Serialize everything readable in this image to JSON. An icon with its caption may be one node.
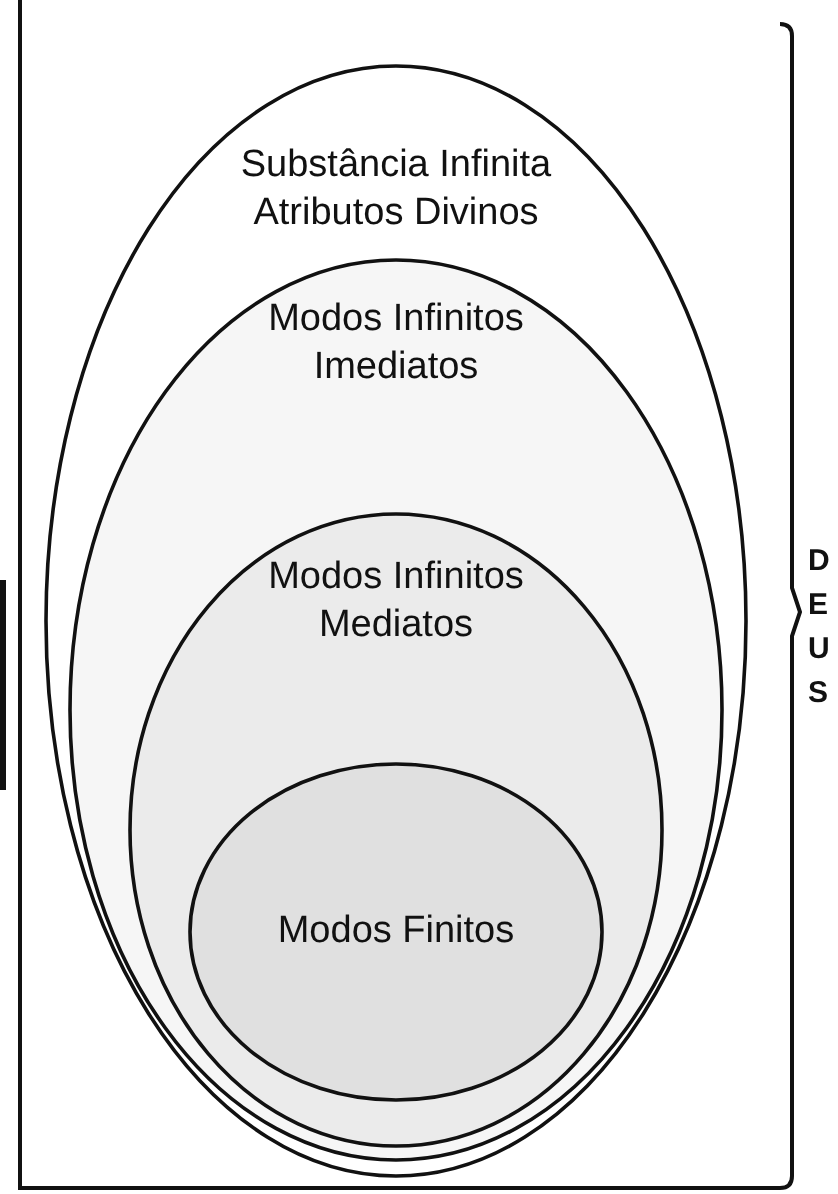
{
  "diagram": {
    "nodes": [
      {
        "text": [
          "Substância Infinita Atributos Divinos"
        ]
      },
      {
        "text": [
          "Modos Infinitos Imediatos"
        ],
        "in": 0
      },
      {
        "text": [
          "Modos Infinitos Mediatos"
        ],
        "in": 1
      },
      {
        "text": [
          "Modos Finitos"
        ],
        "in": 2
      }
    ],
    "labels": [
      "DEUS"
    ]
  }
}
